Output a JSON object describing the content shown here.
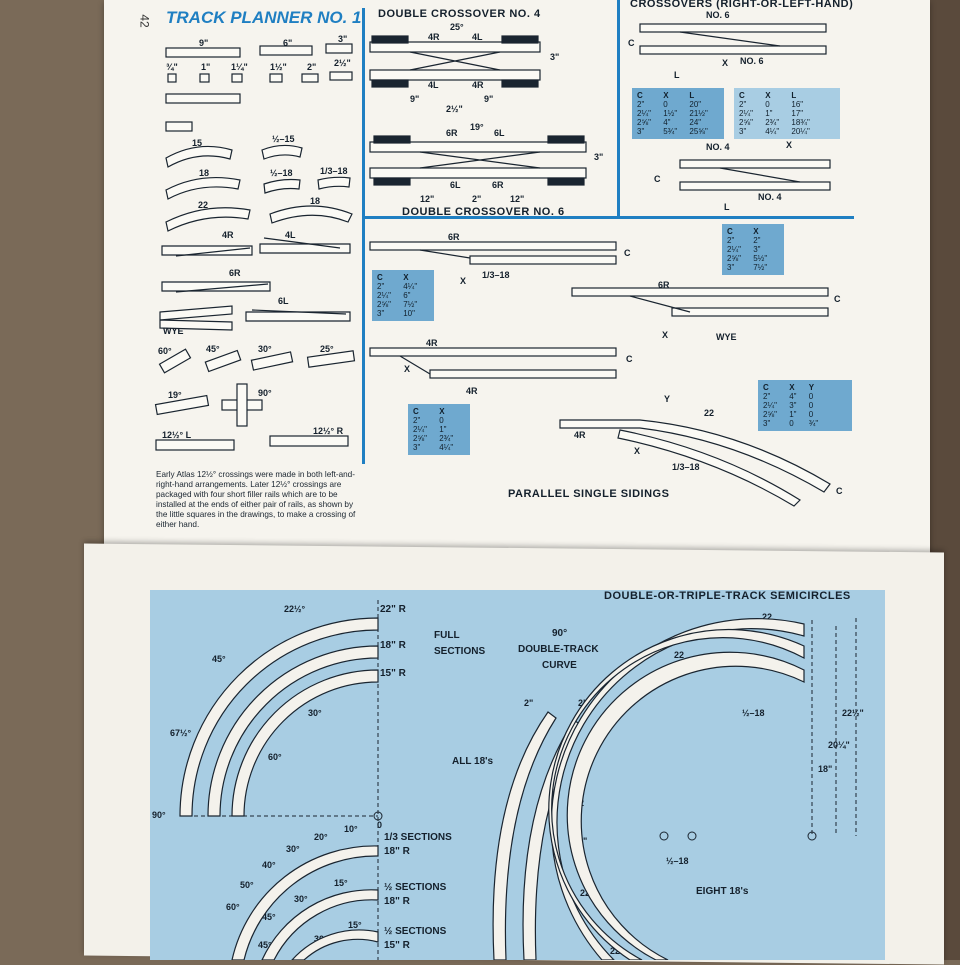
{
  "page": {
    "page_number": "42",
    "title": "TRACK PLANNER NO. 1"
  },
  "sections": {
    "double_crossover_4": "DOUBLE CROSSOVER NO. 4",
    "double_crossover_6": "DOUBLE CROSSOVER NO. 6",
    "crossovers": "CROSSOVERS (RIGHT-OR-LEFT-HAND)",
    "parallel_sidings": "PARALLEL SINGLE SIDINGS",
    "semicircles": "DOUBLE-OR-TRIPLE-TRACK SEMICIRCLES",
    "double_track_curve": [
      "90°",
      "DOUBLE-TRACK",
      "CURVE"
    ],
    "full_sections": [
      "FULL",
      "SECTIONS"
    ],
    "third_sections": [
      "1/3 SECTIONS",
      "18\" R"
    ],
    "half_18": [
      "½ SECTIONS",
      "18\" R"
    ],
    "half_15": [
      "½ SECTIONS",
      "15\" R"
    ],
    "all_18s": "ALL 18's",
    "eight_18s": "EIGHT 18's"
  },
  "track_pieces": {
    "straights": [
      "9\"",
      "6\"",
      "3\""
    ],
    "short_straights": [
      "¾\"",
      "1\"",
      "1¼\"",
      "1½\"",
      "2\"",
      "2½\""
    ],
    "curves": [
      "15",
      "½–15",
      "18",
      "½–18",
      "1/3–18",
      "22",
      "18"
    ],
    "turnouts": [
      "4R",
      "4L",
      "6R",
      "6L",
      "WYE"
    ],
    "crossings": [
      "60°",
      "45°",
      "30°",
      "25°",
      "19°",
      "90°",
      "12½° L",
      "12½° R"
    ]
  },
  "note": "Early Atlas 12½° crossings were made in both left-and-right-hand arrangements. Later 12½° crossings are packaged with four short filler rails which are to be installed at the ends of either pair of rails, as shown by the little squares in the drawings, to make a crossing of either hand.",
  "crossover_labels": {
    "no4": [
      "4R",
      "25°",
      "4L",
      "4L",
      "4R",
      "3\"",
      "9\"",
      "2½\"",
      "9\""
    ],
    "no6": [
      "6R",
      "19°",
      "6L",
      "6L",
      "6R",
      "3\"",
      "12\"",
      "2\"",
      "12\""
    ],
    "single": [
      "NO. 6",
      "C",
      "X",
      "NO. 6",
      "L",
      "NO. 4",
      "C",
      "X",
      "NO. 4",
      "L"
    ]
  },
  "tables": {
    "no6": {
      "left": {
        "headers": [
          "C",
          "X",
          "L"
        ],
        "rows": [
          [
            "2\"",
            "0",
            "20\""
          ],
          [
            "2¼\"",
            "1½\"",
            "21½\""
          ],
          [
            "2⅝\"",
            "4\"",
            "24\""
          ],
          [
            "3\"",
            "5¾\"",
            "25⅝\""
          ]
        ]
      },
      "right": {
        "headers": [
          "C",
          "X",
          "L"
        ],
        "rows": [
          [
            "2\"",
            "0",
            "16\""
          ],
          [
            "2¼\"",
            "1\"",
            "17\""
          ],
          [
            "2⅝\"",
            "2¾\"",
            "18¾\""
          ],
          [
            "3\"",
            "4¼\"",
            "20¼\""
          ]
        ]
      }
    },
    "siding_6r": {
      "headers": [
        "C",
        "X"
      ],
      "rows": [
        [
          "2\"",
          "4¼\""
        ],
        [
          "2¼\"",
          "6\""
        ],
        [
          "2⅝\"",
          "7½\""
        ],
        [
          "3\"",
          "10\""
        ]
      ]
    },
    "siding_wye": {
      "headers": [
        "C",
        "X"
      ],
      "rows": [
        [
          "2\"",
          "2\""
        ],
        [
          "2¼\"",
          "3\""
        ],
        [
          "2⅝\"",
          "5½\""
        ],
        [
          "3\"",
          "7½\""
        ]
      ]
    },
    "siding_4r": {
      "headers": [
        "C",
        "X"
      ],
      "rows": [
        [
          "2\"",
          "0"
        ],
        [
          "2¼\"",
          "1\""
        ],
        [
          "2⅝\"",
          "2¾\""
        ],
        [
          "3\"",
          "4¼\""
        ]
      ]
    },
    "siding_22": {
      "headers": [
        "C",
        "X",
        "Y"
      ],
      "rows": [
        [
          "2\"",
          "4\"",
          "0"
        ],
        [
          "2¼\"",
          "3\"",
          "0"
        ],
        [
          "2⅝\"",
          "1\"",
          "0"
        ],
        [
          "3\"",
          "0",
          "¾\""
        ]
      ]
    }
  },
  "siding_labels": [
    "6R",
    "C",
    "X",
    "1/3–18",
    "6R",
    "C",
    "X",
    "WYE",
    "4R",
    "C",
    "X",
    "4R",
    "Y",
    "22",
    "4R",
    "X",
    "1/3–18",
    "C"
  ],
  "semicircle_labels": {
    "radii": [
      "22\" R",
      "18\" R",
      "15\" R"
    ],
    "angles_full": [
      "22½°",
      "45°",
      "67½°",
      "90°",
      "30°",
      "60°"
    ],
    "center": "0",
    "third": [
      "10°",
      "20°",
      "30°",
      "40°",
      "50°",
      "60°"
    ],
    "half18": [
      "15°",
      "30°",
      "45°"
    ],
    "half15": [
      "15°",
      "30°",
      "45°"
    ],
    "curve_dims": [
      "2\"",
      "2\""
    ],
    "right": [
      "22",
      "22",
      "22",
      "½–18",
      "22½\"",
      "20¼\"",
      "18\"",
      "22",
      "1\"",
      "½–18",
      "22",
      "22"
    ]
  },
  "colors": {
    "accent": "#1f7fc2",
    "panel": "#a8cde3",
    "table": "#6fa9cf",
    "ink": "#14202c"
  }
}
